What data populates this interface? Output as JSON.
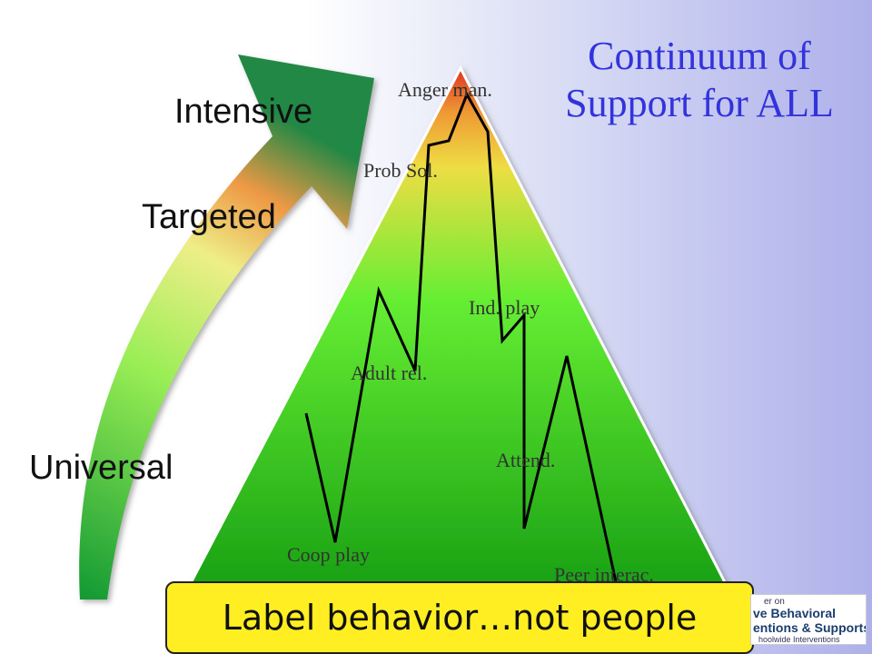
{
  "title": {
    "line1": "Continuum of",
    "line2": "Support for ALL"
  },
  "tiers": {
    "intensive": "Intensive",
    "targeted": "Targeted",
    "universal": "Universal"
  },
  "steps": {
    "anger": "Anger man.",
    "prob_sol": "Prob Sol.",
    "ind_play": "Ind. play",
    "adult_rel": "Adult rel.",
    "attend": "Attend.",
    "coop_play": "Coop play",
    "peer_interac": "Peer interac."
  },
  "banner": "Label behavior…not people",
  "logo": {
    "line1": "er on",
    "line2": "ve Behavioral",
    "line3": "entions & Supports",
    "line4": "hoolwide Interventions"
  },
  "colors": {
    "title": "#3333dd",
    "triangle_top": "#dd3322",
    "triangle_mid": "#66ee33",
    "triangle_bottom": "#119911",
    "banner": "#ffee22"
  }
}
